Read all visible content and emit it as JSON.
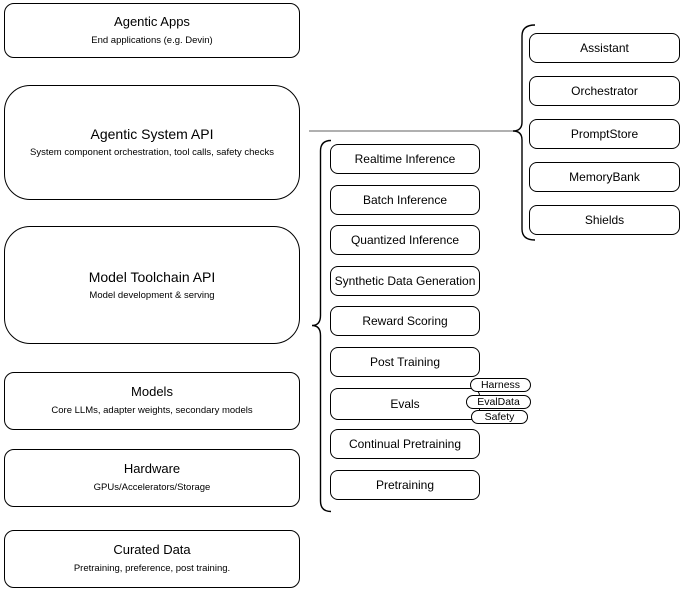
{
  "diagram": {
    "left_layers": [
      {
        "title": "Agentic Apps",
        "subtitle": "End applications (e.g. Devin)"
      },
      {
        "title": "Agentic System API",
        "subtitle": "System component orchestration, tool calls, safety checks"
      },
      {
        "title": "Model Toolchain API",
        "subtitle": "Model development & serving"
      },
      {
        "title": "Models",
        "subtitle": "Core LLMs, adapter weights, secondary models"
      },
      {
        "title": "Hardware",
        "subtitle": "GPUs/Accelerators/Storage"
      },
      {
        "title": "Curated Data",
        "subtitle": "Pretraining, preference, post training."
      }
    ],
    "toolchain_services": [
      "Realtime Inference",
      "Batch Inference",
      "Quantized Inference",
      "Synthetic Data Generation",
      "Reward Scoring",
      "Post Training",
      "Evals",
      "Continual Pretraining",
      "Pretraining"
    ],
    "system_components": [
      "Assistant",
      "Orchestrator",
      "PromptStore",
      "MemoryBank",
      "Shields"
    ],
    "eval_tags": [
      "Harness",
      "EvalData",
      "Safety"
    ],
    "colors": {
      "stroke": "#000000",
      "connector": "#808080",
      "background": "#ffffff"
    }
  }
}
